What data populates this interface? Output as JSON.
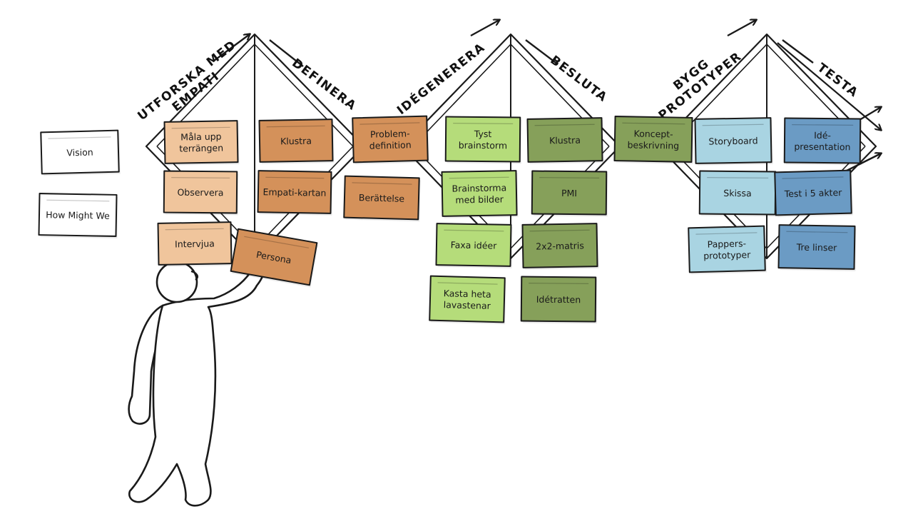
{
  "colors": {
    "orange_light": "#f0c59c",
    "orange_dark": "#d4915a",
    "green_light": "#b5dc7a",
    "green_dark": "#86a05a",
    "blue_light": "#a9d4e2",
    "blue_dark": "#6b9bc4",
    "white": "#ffffff",
    "line": "#1a1a1a"
  },
  "phases": [
    {
      "id": "empati",
      "lines": [
        "UTFORSKA MED",
        "EMPATI"
      ]
    },
    {
      "id": "definera",
      "lines": [
        "DEFINERA"
      ]
    },
    {
      "id": "idegenerera",
      "lines": [
        "IDÉGENERERA"
      ]
    },
    {
      "id": "besluta",
      "lines": [
        "BESLUTA"
      ]
    },
    {
      "id": "prototyper",
      "lines": [
        "BYGG",
        "PROTOTYPER"
      ]
    },
    {
      "id": "testa",
      "lines": [
        "TESTA"
      ]
    }
  ],
  "notes": [
    {
      "id": "vision",
      "lines": [
        "Vision"
      ],
      "color": "white"
    },
    {
      "id": "how-might-we",
      "lines": [
        "How Might We"
      ],
      "color": "white"
    },
    {
      "id": "mala-upp-terrangen",
      "lines": [
        "Måla upp",
        "terrängen"
      ],
      "color": "orange_light"
    },
    {
      "id": "observera",
      "lines": [
        "Observera"
      ],
      "color": "orange_light"
    },
    {
      "id": "intervjua",
      "lines": [
        "Intervjua"
      ],
      "color": "orange_light"
    },
    {
      "id": "klustra-1",
      "lines": [
        "Klustra"
      ],
      "color": "orange_dark"
    },
    {
      "id": "empati-kartan",
      "lines": [
        "Empati-kartan"
      ],
      "color": "orange_dark"
    },
    {
      "id": "persona",
      "lines": [
        "Persona"
      ],
      "color": "orange_dark"
    },
    {
      "id": "problem-definition",
      "lines": [
        "Problem-",
        "definition"
      ],
      "color": "orange_dark"
    },
    {
      "id": "berattelse",
      "lines": [
        "Berättelse"
      ],
      "color": "orange_dark"
    },
    {
      "id": "tyst-brainstorm",
      "lines": [
        "Tyst",
        "brainstorm"
      ],
      "color": "green_light"
    },
    {
      "id": "brainstorma-med-bilder",
      "lines": [
        "Brainstorma",
        "med bilder"
      ],
      "color": "green_light"
    },
    {
      "id": "faxa-ideer",
      "lines": [
        "Faxa idéer"
      ],
      "color": "green_light"
    },
    {
      "id": "kasta-heta-lavastenar",
      "lines": [
        "Kasta heta",
        "lavastenar"
      ],
      "color": "green_light"
    },
    {
      "id": "klustra-2",
      "lines": [
        "Klustra"
      ],
      "color": "green_dark"
    },
    {
      "id": "pmi",
      "lines": [
        "PMI"
      ],
      "color": "green_dark"
    },
    {
      "id": "2x2-matris",
      "lines": [
        "2x2-matris"
      ],
      "color": "green_dark"
    },
    {
      "id": "idetratten",
      "lines": [
        "Idétratten"
      ],
      "color": "green_dark"
    },
    {
      "id": "koncept-beskrivning",
      "lines": [
        "Koncept-",
        "beskrivning"
      ],
      "color": "green_dark"
    },
    {
      "id": "storyboard",
      "lines": [
        "Storyboard"
      ],
      "color": "blue_light"
    },
    {
      "id": "skissa",
      "lines": [
        "Skissa"
      ],
      "color": "blue_light"
    },
    {
      "id": "pappers-prototyper",
      "lines": [
        "Pappers-",
        "prototyper"
      ],
      "color": "blue_light"
    },
    {
      "id": "ide-presentation",
      "lines": [
        "Idé-",
        "presentation"
      ],
      "color": "blue_dark"
    },
    {
      "id": "test-i-5-akter",
      "lines": [
        "Test i 5 akter"
      ],
      "color": "blue_dark"
    },
    {
      "id": "tre-linser",
      "lines": [
        "Tre linser"
      ],
      "color": "blue_dark"
    }
  ]
}
